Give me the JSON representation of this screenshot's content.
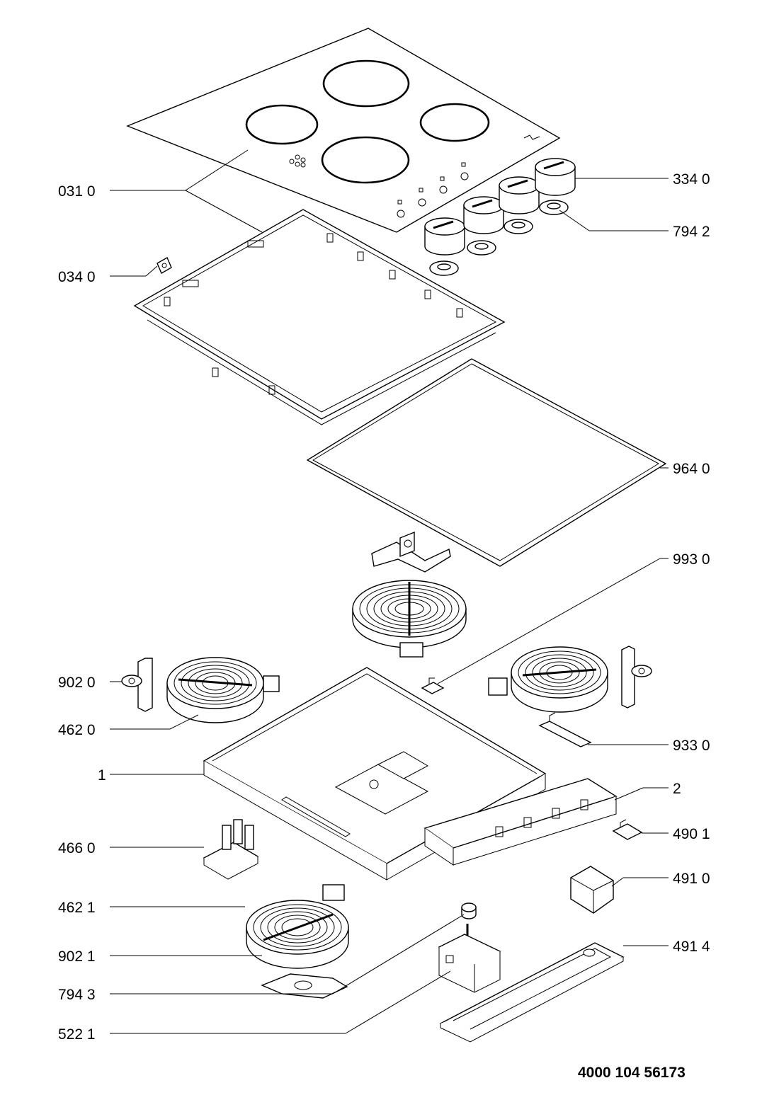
{
  "labels": {
    "l0310": "031 0",
    "l0340": "034 0",
    "l3340": "334 0",
    "l7942": "794 2",
    "l9640": "964 0",
    "l9930": "993 0",
    "l9020": "902 0",
    "l4620": "462 0",
    "l9330": "933 0",
    "l1": "1",
    "l2": "2",
    "l4660": "466 0",
    "l4901": "490 1",
    "l4910": "491 0",
    "l4621": "462 1",
    "l9021": "902 1",
    "l4914": "491 4",
    "l7943": "794 3",
    "l5221": "522 1"
  },
  "document_number": "4000 104 56173"
}
